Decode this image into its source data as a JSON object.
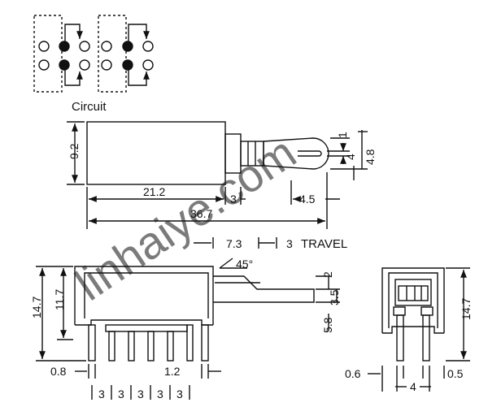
{
  "labels": {
    "circuit": "Circuit",
    "travel": "TRAVEL",
    "angle": "45°",
    "watermark": "linhaiye.com"
  },
  "dimensions": {
    "height_9_2": "9.2",
    "body_21_2": "21.2",
    "shaft_3": "3",
    "knob_4_5": "4.5",
    "overall_36_7": "36.7",
    "slot_1": "1",
    "slot_4": "4",
    "knob_4_8": "4.8",
    "travel_7_3": "7.3",
    "travel_3": "3",
    "side_14_7": "14.7",
    "side_11_7": "11.7",
    "stem_2": "2",
    "stem_3_5": "3.5",
    "stem_5_8": "5.8",
    "end_14_7": "14.7",
    "pin_0_8": "0.8",
    "pin_1_2": "1.2",
    "pitch": [
      "3",
      "3",
      "3",
      "3",
      "3"
    ],
    "end_0_6": "0.6",
    "end_4": "4",
    "end_0_5": "0.5"
  },
  "colors": {
    "line": "#111111",
    "watermark": "#3d45c8"
  }
}
